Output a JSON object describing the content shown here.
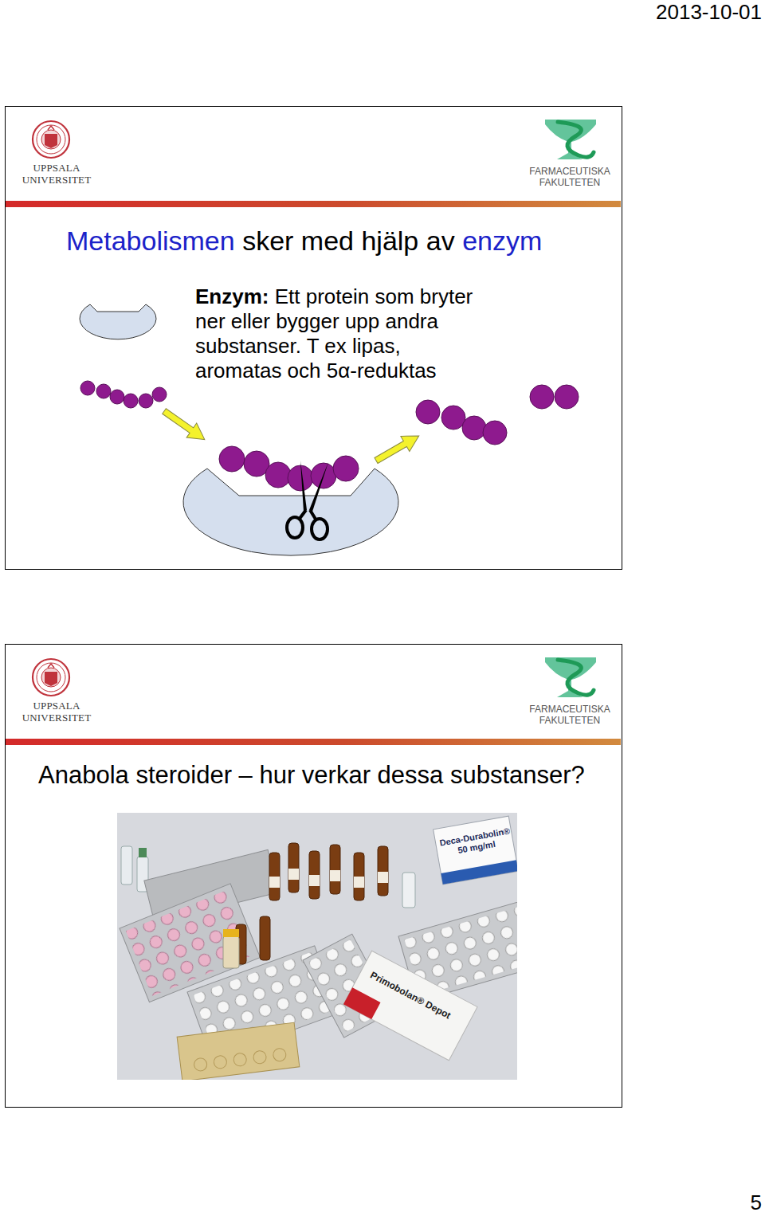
{
  "diagram": {
    "nodes": [
      {
        "text": [
          "UPPSALA UNIVERSITET",
          "FARMACEUTISKA FAKULTETEN",
          "Metabolismen",
          "sker med hjälp av",
          "enzym",
          "Enzym:",
          "Ett protein som bryter ner eller bygger upp andra substanser. T ex lipas, aromatas och 5α-reduktas"
        ]
      },
      {
        "text": [
          "UPPSALA UNIVERSITET",
          "FARMACEUTISKA FAKULTETEN",
          "Anabola steroider – hur verkar dessa substanser?"
        ]
      }
    ],
    "labels": [
      "2013-10-01",
      "Deca-Durabolin® 50 mg/ml",
      "Primobolan® Depot",
      "5"
    ]
  }
}
